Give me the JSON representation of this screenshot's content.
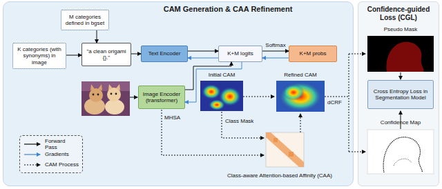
{
  "diagram": {
    "nodes": [
      {
        "text": [
          "CAM Generation & CAA Refinement"
        ]
      },
      {
        "text": [
          "M categories defined in bgset"
        ],
        "in": 0
      },
      {
        "text": [
          "K categories (with synonyms) in image"
        ],
        "in": 0
      },
      {
        "text": [
          "\"a clean origami {}.\""
        ],
        "in": 0
      },
      {
        "text": [
          "Text Encoder"
        ],
        "in": 0
      },
      {
        "text": [
          "K+M logits"
        ],
        "in": 0
      },
      {
        "text": [
          "K+M probs"
        ],
        "in": 0
      },
      {
        "text": [
          "Image Encoder (transformer)"
        ],
        "in": 0
      },
      {
        "text": [
          "Confidence-guided Loss (CGL)"
        ]
      },
      {
        "text": [
          "Cross Entropy Loss in Segmentation Model"
        ],
        "in": 8
      }
    ],
    "edges": [
      {
        "from": 2,
        "to": 3,
        "arrow": "to"
      },
      {
        "from": 1,
        "to": 3,
        "arrow": "to"
      },
      {
        "from": 3,
        "to": 4,
        "arrow": "to"
      },
      {
        "from": 4,
        "to": 5,
        "arrow": "to"
      },
      {
        "from": 5,
        "to": 6,
        "label": "Softmax",
        "arrow": "to"
      },
      {
        "from": 6,
        "to": 5,
        "arrow": "to"
      },
      {
        "from": 5,
        "to": 4,
        "arrow": "to"
      },
      {
        "from": 5,
        "to": 7,
        "arrow": "to"
      },
      {
        "from": 7,
        "to": 5,
        "arrow": "to"
      }
    ],
    "labels": [
      "Initial CAM",
      "Refined CAM",
      "Class Mask",
      "MHSA",
      "dCRF",
      "Class-aware Attention-based Affinity (CAA)",
      "Pseudo Mask",
      "Confidence Map"
    ],
    "legend": [
      {
        "text": "Forward Pass"
      },
      {
        "text": "Gradients"
      },
      {
        "text": "CAM Process"
      }
    ]
  }
}
